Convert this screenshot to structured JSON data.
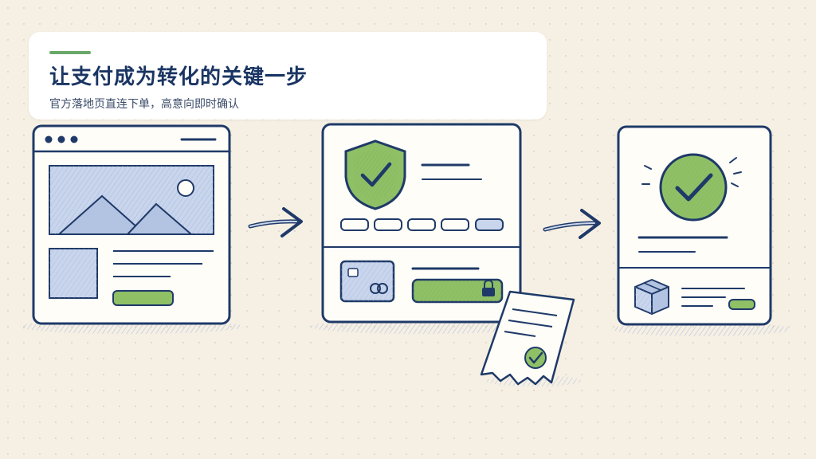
{
  "header": {
    "title": "让支付成为转化的关键一步",
    "subtitle": "官方落地页直连下单，高意向即时确认"
  },
  "icons": {
    "step1": "landing-page-window",
    "step2": "secure-checkout-window",
    "step3": "order-confirmed-window",
    "arrow": "arrow-right-icon",
    "receipt": "receipt-icon"
  },
  "colors": {
    "ink": "#1f3a68",
    "green": "#8fc066",
    "lightBlue": "#c9d5ec",
    "accent": "#6aa86a",
    "background": "#f6f0e4"
  }
}
